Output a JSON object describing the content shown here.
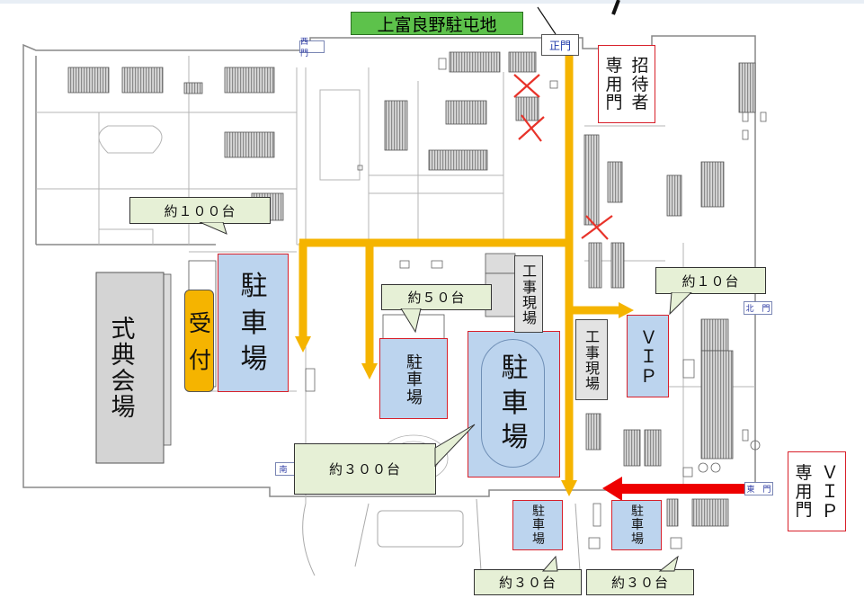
{
  "title": "上富良野駐屯地",
  "gates": {
    "main": "正門",
    "west": "西　門",
    "north": "北　門",
    "south": "南　門",
    "east": "東　門"
  },
  "guest_gate": [
    "専",
    "用",
    "門",
    "招",
    "待",
    "者"
  ],
  "vip_gate": [
    "専",
    "用",
    "門",
    "Ｖ",
    "Ｉ",
    "Ｐ"
  ],
  "reception": [
    "受",
    "付"
  ],
  "ceremony_hall": [
    "式",
    "典",
    "会",
    "場"
  ],
  "construction_site": [
    "工",
    "事",
    "現",
    "場"
  ],
  "parking_char": [
    "駐",
    "車",
    "場"
  ],
  "vip_char": [
    "Ｖ",
    "Ｉ",
    "Ｐ"
  ],
  "capacities": {
    "west_lot": "約１００台",
    "center_lot": "約５０台",
    "track_lot": "約３００台",
    "vip_lot": "約１０台",
    "south_lot_1": "約３０台",
    "south_lot_2": "約３０台"
  },
  "colors": {
    "route_arrow": "#f5b400",
    "vip_route_arrow": "#ee0000",
    "parking_fill": "#bcd4ee",
    "highlight_border": "#d8202a",
    "reception_fill": "#f5b400",
    "callout_fill": "#e6f0d6",
    "building_fill": "#c8c8c8",
    "title_fill": "#5dc24b"
  }
}
